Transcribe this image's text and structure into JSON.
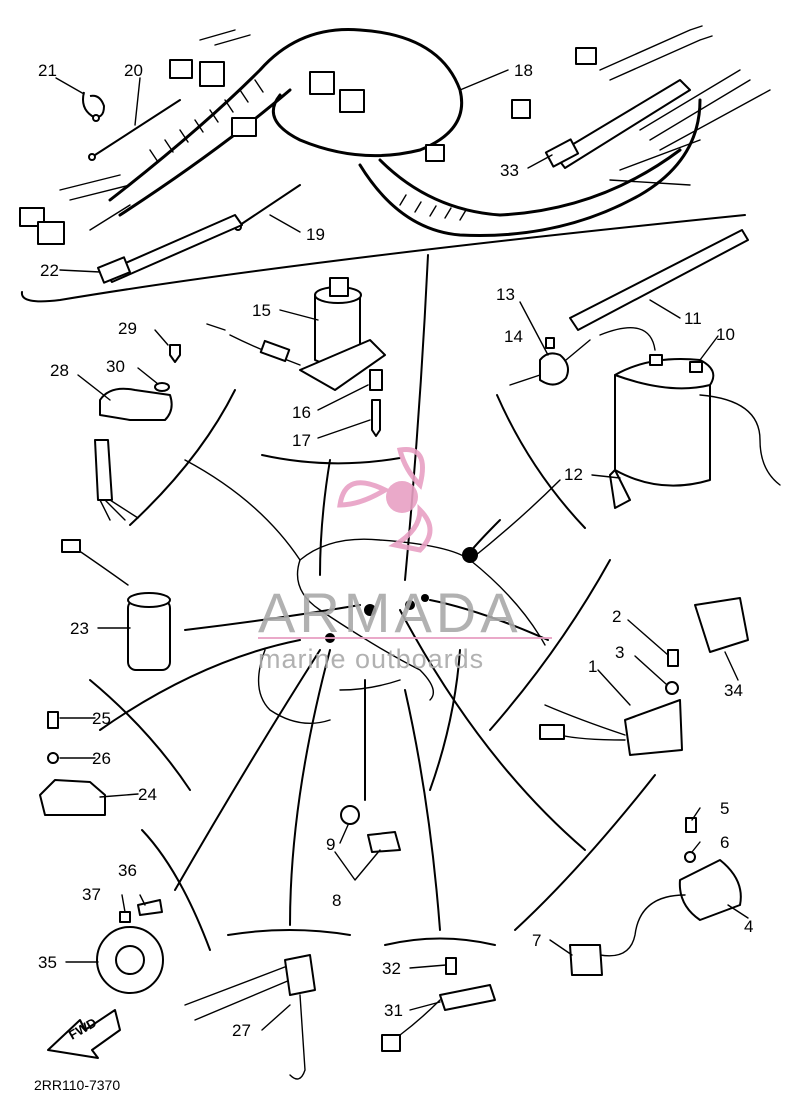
{
  "diagram": {
    "drawing_code": "2RR110-7370",
    "direction_label": "FWD",
    "watermark": {
      "brand": "ARMADA",
      "tagline": "marine outboards",
      "logo_color": "#e8a0c4",
      "text_color": "#a9a9a9"
    },
    "callouts": {
      "c1": "1",
      "c2": "2",
      "c3": "3",
      "c4": "4",
      "c5": "5",
      "c6": "6",
      "c7": "7",
      "c8": "8",
      "c9": "9",
      "c10": "10",
      "c11": "11",
      "c12": "12",
      "c13": "13",
      "c14": "14",
      "c15": "15",
      "c16": "16",
      "c17": "17",
      "c18": "18",
      "c19": "19",
      "c20": "20",
      "c21": "21",
      "c22": "22",
      "c23": "23",
      "c24": "24",
      "c25": "25",
      "c26": "26",
      "c27": "27",
      "c28": "28",
      "c29": "29",
      "c30": "30",
      "c31": "31",
      "c32": "32",
      "c33": "33",
      "c34": "34",
      "c35": "35",
      "c36": "36",
      "c37": "37"
    }
  }
}
